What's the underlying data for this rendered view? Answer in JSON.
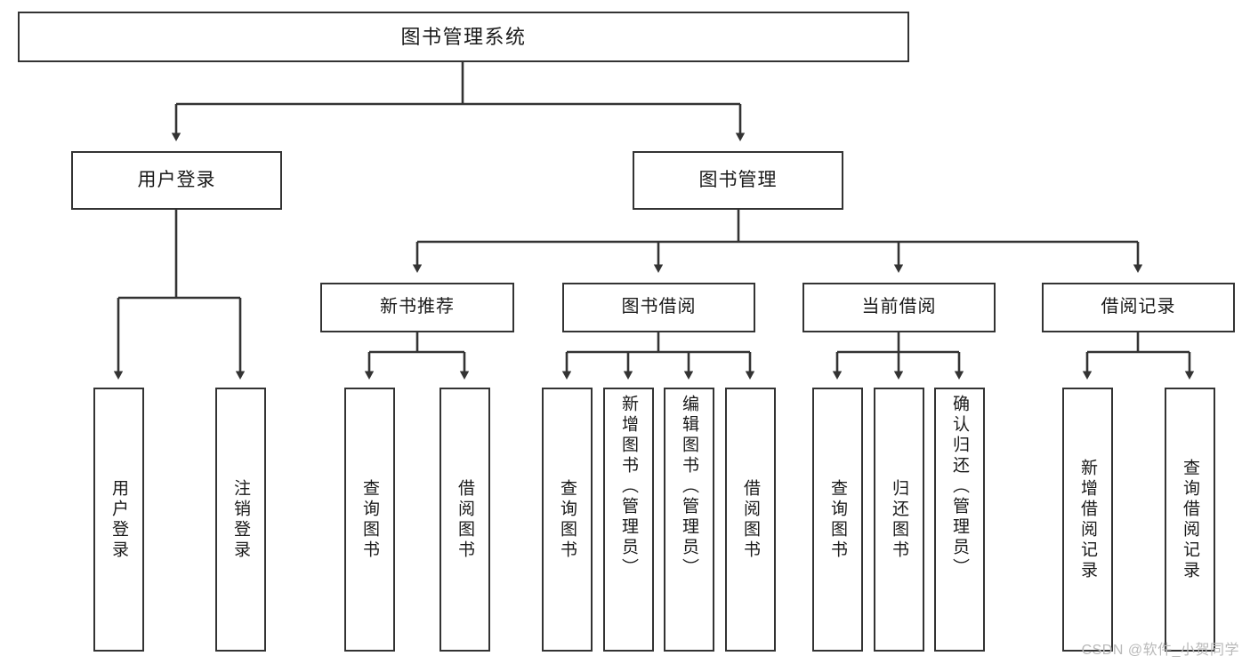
{
  "diagram": {
    "title": "图书管理系统",
    "type": "tree-hierarchy",
    "orientation": "top-down",
    "colors": {
      "box_border": "#333333",
      "box_fill": "#ffffff",
      "edge": "#333333",
      "text": "#1a1a1a",
      "watermark": "#b9b9b9",
      "background": "#ffffff"
    }
  },
  "nodes": {
    "root": {
      "label": "图书管理系统"
    },
    "level1": [
      {
        "id": "user-login",
        "label": "用户登录"
      },
      {
        "id": "book-manage",
        "label": "图书管理"
      }
    ],
    "level2": [
      {
        "id": "new-book-recommend",
        "label": "新书推荐"
      },
      {
        "id": "book-borrow",
        "label": "图书借阅"
      },
      {
        "id": "current-borrow",
        "label": "当前借阅"
      },
      {
        "id": "borrow-record",
        "label": "借阅记录"
      }
    ],
    "leaves": {
      "user-login": [
        {
          "id": "leaf-user-login",
          "label": "用户登录"
        },
        {
          "id": "leaf-logout",
          "label": "注销登录"
        }
      ],
      "new-book-recommend": [
        {
          "id": "leaf-query-book-1",
          "label": "查询图书"
        },
        {
          "id": "leaf-borrow-book-1",
          "label": "借阅图书"
        }
      ],
      "book-borrow": [
        {
          "id": "leaf-query-book-2",
          "label": "查询图书"
        },
        {
          "id": "leaf-add-book",
          "label": "新增图书（管理员）"
        },
        {
          "id": "leaf-edit-book",
          "label": "编辑图书（管理员）"
        },
        {
          "id": "leaf-borrow-book-2",
          "label": "借阅图书"
        }
      ],
      "current-borrow": [
        {
          "id": "leaf-query-book-3",
          "label": "查询图书"
        },
        {
          "id": "leaf-return-book",
          "label": "归还图书"
        },
        {
          "id": "leaf-confirm-return",
          "label": "确认归还（管理员）"
        }
      ],
      "borrow-record": [
        {
          "id": "leaf-add-record",
          "label": "新增借阅记录"
        },
        {
          "id": "leaf-query-record",
          "label": "查询借阅记录"
        }
      ]
    }
  },
  "watermark": {
    "text": "CSDN @软件_小贺同学"
  }
}
